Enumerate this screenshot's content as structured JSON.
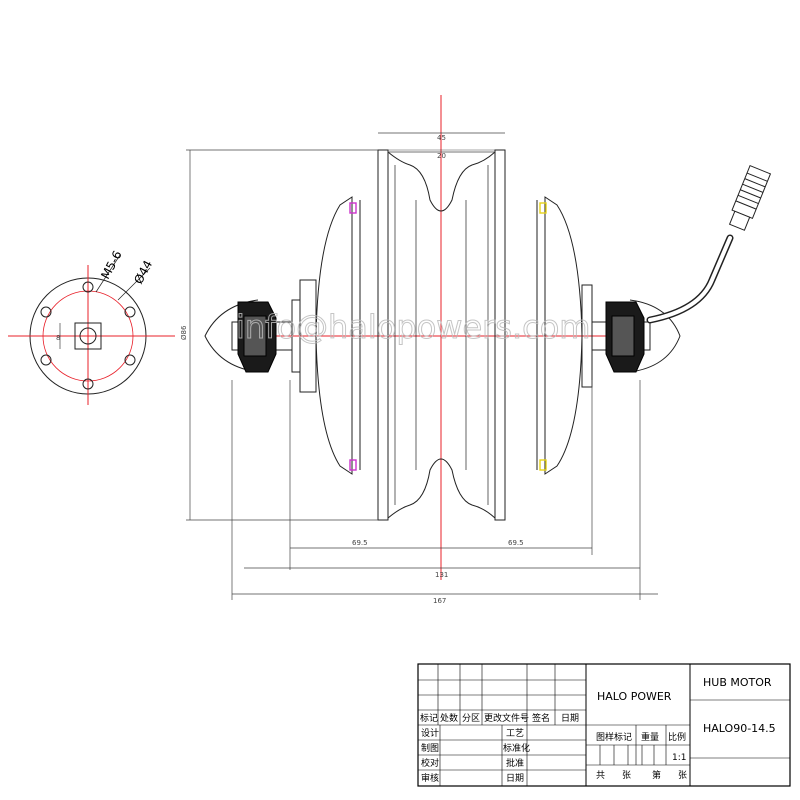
{
  "watermark": "info@halopowers.com",
  "end_view": {
    "bolt_label": "M5-6",
    "pcd_label": "Ø44",
    "shaft_label": "8"
  },
  "dimensions": {
    "flange_width": "45",
    "rim_width": "20",
    "height": "Ø86",
    "left_half": "69.5",
    "right_half": "69.5",
    "overall": "131",
    "axle_length": "167"
  },
  "title_block": {
    "company": "HALO POWER",
    "product": "HUB MOTOR",
    "model": "HALO90-14.5",
    "scale": "1:1",
    "rev_headers": [
      "标记",
      "处数",
      "分区",
      "更改文件号",
      "签名",
      "日期"
    ],
    "row_labels": [
      "设计",
      "制图",
      "校对",
      "审核"
    ],
    "mid_labels": [
      "工艺",
      "标准化",
      "批准",
      "日期"
    ],
    "info_headers": [
      "图样标记",
      "重量",
      "比例"
    ],
    "sheet_labels": [
      "共",
      "张",
      "第",
      "张"
    ]
  },
  "colors": {
    "centerline": "#e8202a",
    "outline": "#222222",
    "magenta_mark": "#cc33cc",
    "yellow_mark": "#e6d21a"
  }
}
